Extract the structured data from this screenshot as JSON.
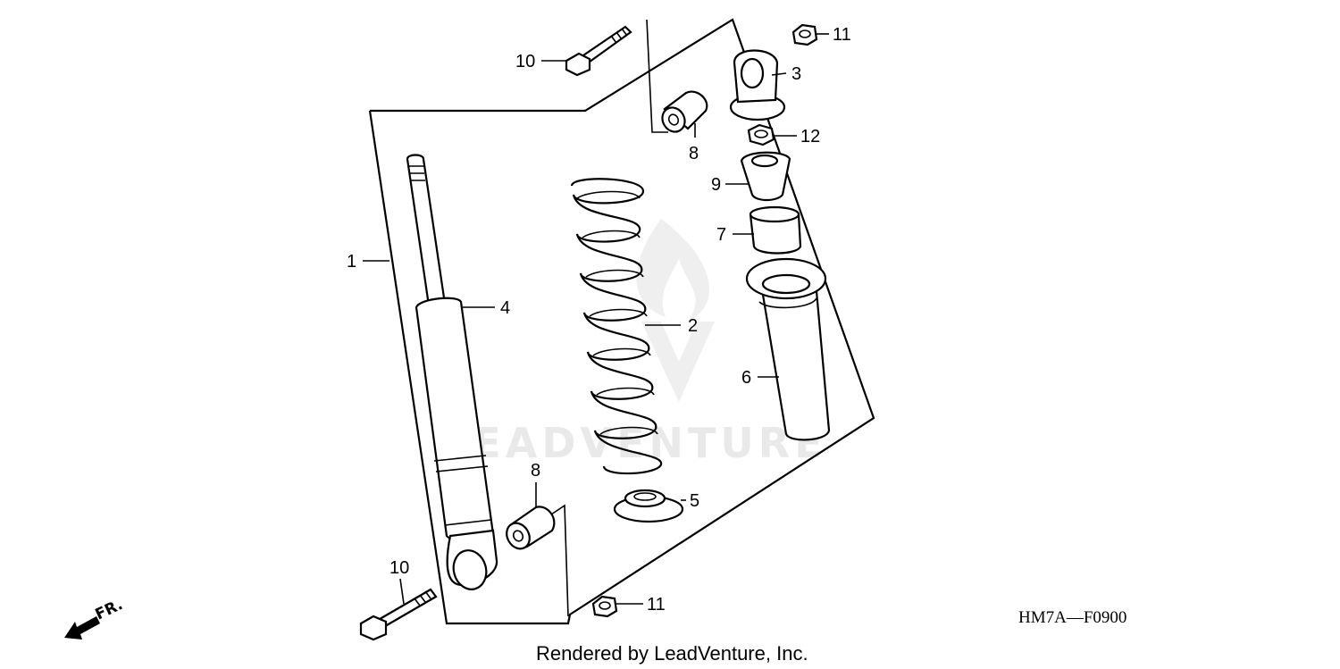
{
  "diagram": {
    "callouts": {
      "c1": "1",
      "c2": "2",
      "c3": "3",
      "c4": "4",
      "c5": "5",
      "c6": "6",
      "c7": "7",
      "c8_top": "8",
      "c8_bottom": "8",
      "c9": "9",
      "c10_top": "10",
      "c10_bottom": "10",
      "c11_top": "11",
      "c11_bottom": "11",
      "c12": "12"
    },
    "direction_label": "FR.",
    "diagram_code": "HM7A—F0900",
    "watermark": "LEADVENTURE",
    "credit": "Rendered by LeadVenture, Inc."
  }
}
